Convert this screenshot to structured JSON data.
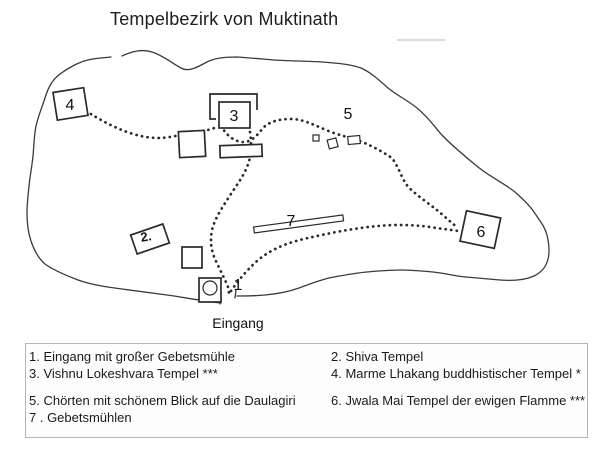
{
  "title": "Tempelbezirk von Muktinath",
  "map": {
    "labels": {
      "n1": "1",
      "n2": "2.",
      "n3": "3",
      "n4": "4",
      "n5": "5",
      "n6": "6",
      "n7": "7"
    },
    "entrance_label": "Eingang"
  },
  "legend": {
    "rows": [
      {
        "left": "1. Eingang mit großer Gebetsmühle",
        "right": "2. Shiva Tempel"
      },
      {
        "left": "3. Vishnu Lokeshvara Tempel ***",
        "right": "4. Marme Lhakang buddhistischer Tempel *"
      },
      {
        "left": "5. Chörten mit schönem Blick auf die Daulagiri",
        "right": "6. Jwala Mai Tempel der ewigen Flamme ***"
      },
      {
        "left": "7 . Gebetsmühlen",
        "right": ""
      }
    ]
  },
  "colors": {
    "ink": "#2a2a2a",
    "legend_border": "#b5b5b5"
  }
}
